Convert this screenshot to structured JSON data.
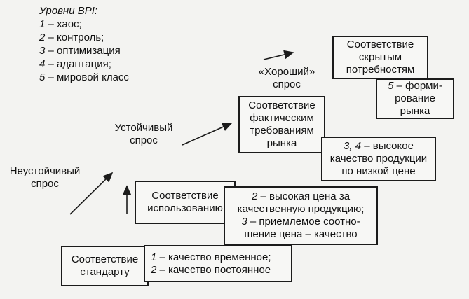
{
  "legend": {
    "title": "Уровни ВРI:",
    "items": [
      {
        "num": "1",
        "text": " – хаос;"
      },
      {
        "num": "2",
        "text": " – контроль;"
      },
      {
        "num": "3",
        "text": " – оптимизация"
      },
      {
        "num": "4",
        "text": " – адаптация;"
      },
      {
        "num": "5",
        "text": " – мировой класс"
      }
    ]
  },
  "stages": {
    "unstable": [
      "Неустойчивый",
      "спрос"
    ],
    "stable": [
      "Устойчивый",
      "спрос"
    ],
    "good": [
      "«Хороший»",
      "спрос"
    ]
  },
  "boxes": {
    "standard": [
      "Соответствие",
      "стандарту"
    ],
    "usage": [
      "Соответствие",
      "использованию"
    ],
    "actual": [
      "Соответствие",
      "фактическим",
      "требованиям",
      "рынка"
    ],
    "hidden": [
      "Соответствие",
      "скрытым",
      "потребностям"
    ],
    "quality": {
      "n1": "1",
      "l1": " – качество временное;",
      "n2": "2",
      "l2": " – качество постоянное"
    },
    "price": {
      "n2": "2",
      "l1": " – высокая цена за",
      "l2": "качественную продукцию;",
      "n3": "3",
      "l3": " – приемлемое соотно-",
      "l4": "шение цена – качество"
    },
    "high": {
      "n": "3, 4",
      "l1": " – высокое",
      "l2": "качество продукции",
      "l3": "по низкой цене"
    },
    "forming": {
      "n": "5",
      "l1": " – форми-",
      "l2": "рование",
      "l3": "рынка"
    }
  }
}
